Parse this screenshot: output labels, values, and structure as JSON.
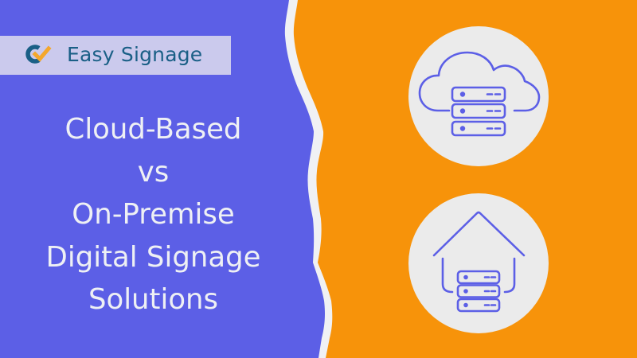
{
  "colors": {
    "left_panel": "#5c5fe6",
    "right_panel": "#f7930a",
    "tear_edge": "#f0f1f4",
    "banner_bg": "#cbcaed",
    "brand_text": "#1a5f86",
    "logo_check": "#f4a72c",
    "headline_text": "#eef0f4",
    "icon_circle": "#ebebeb",
    "icon_stroke": "#5c5fe6"
  },
  "brand": {
    "name": "Easy Signage",
    "logo_icon": "c-check-logo-icon"
  },
  "headline": {
    "lines": [
      "Cloud-Based",
      "vs",
      "On-Premise",
      "Digital Signage",
      "Solutions"
    ]
  },
  "illustrations": [
    {
      "name": "cloud-server",
      "icon": "cloud-server-icon"
    },
    {
      "name": "on-premise-server",
      "icon": "house-server-icon"
    }
  ]
}
